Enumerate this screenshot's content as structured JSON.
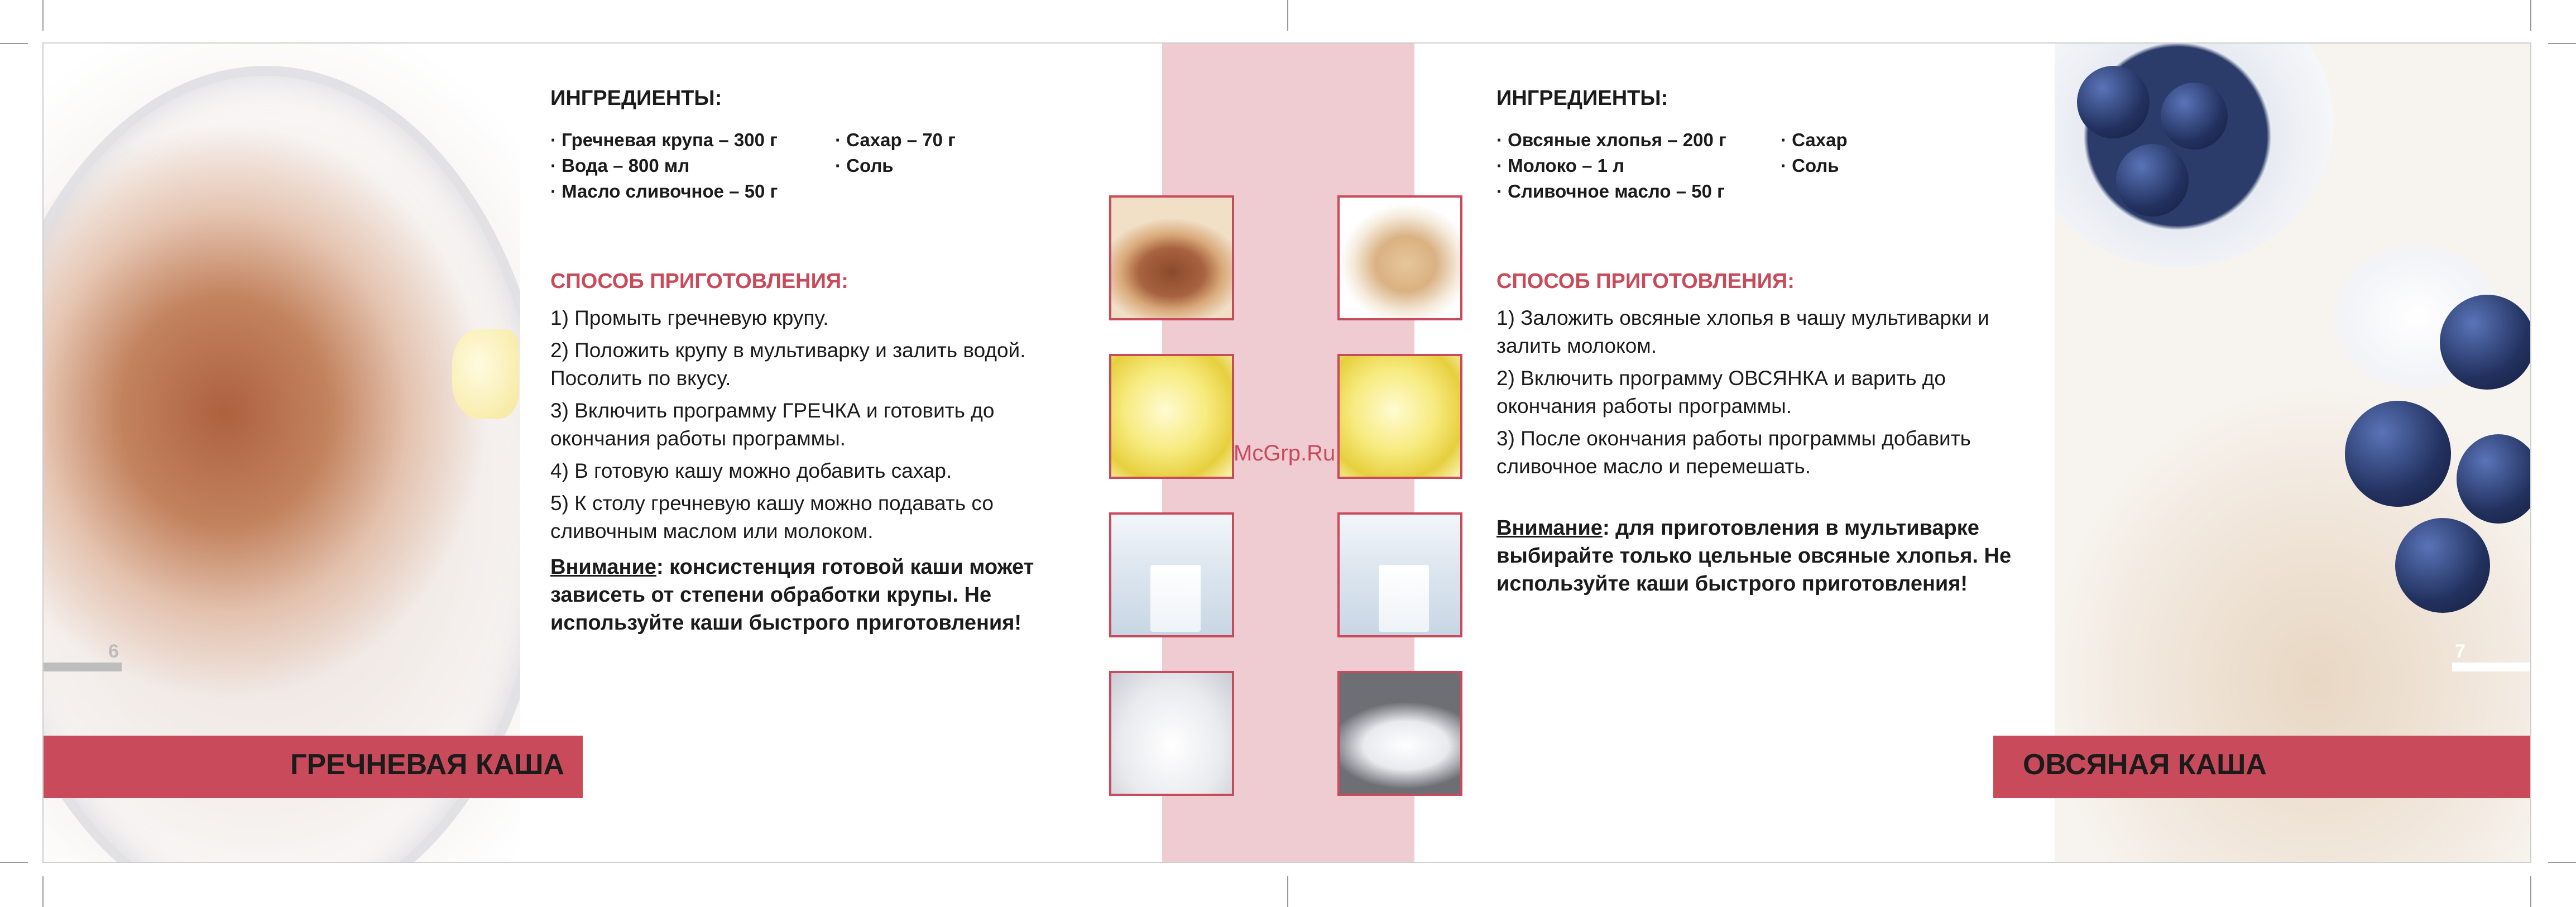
{
  "left_page": {
    "ingredients_heading": "ИНГРЕДИЕНТЫ:",
    "ingredients_col1": [
      "· Гречневая крупа – 300 г",
      "· Вода – 800 мл",
      "· Масло сливочное – 50 г"
    ],
    "ingredients_col2": [
      "· Сахар – 70 г",
      "· Соль"
    ],
    "method_heading": "СПОСОБ ПРИГОТОВЛЕНИЯ:",
    "steps": [
      "1) Промыть гречневую крупу.",
      "2) Положить крупу в мультиварку и залить водой. Посолить по вкусу.",
      "3) Включить программу ГРЕЧКА и готовить до окончания работы программы.",
      "4) В готовую кашу можно добавить сахар.",
      "5) К столу гречневую кашу можно подавать со сливочным маслом или молоком."
    ],
    "note_label": "Внимание",
    "note_text": ": консистенция готовой каши может зависеть от степени обработки крупы. Не используйте каши быстрого приготовления!",
    "title": "ГРЕЧНЕВАЯ КАША",
    "page_number": "6"
  },
  "right_page": {
    "ingredients_heading": "ИНГРЕДИЕНТЫ:",
    "ingredients_col1": [
      "· Овсяные хлопья – 200 г",
      "· Молоко – 1 л",
      "· Сливочное масло – 50 г"
    ],
    "ingredients_col2": [
      "· Сахар",
      "· Соль"
    ],
    "method_heading": "СПОСОБ ПРИГОТОВЛЕНИЯ:",
    "steps": [
      "1) Заложить овсяные хлопья в чашу мультиварки и залить молоком.",
      "2) Включить программу ОВСЯНКА и варить до окончания работы программы.",
      "3) После окончания работы программы добавить сливочное масло и перемешать."
    ],
    "note_label": "Внимание",
    "note_text": ": для приготовления в мультиварке выбирайте только цельные овсяные хлопья. Не используйте каши быстрого приготовления!",
    "title": "ОВСЯНАЯ КАША",
    "page_number": "7"
  },
  "watermark": "McGrp.Ru",
  "colors": {
    "accent": "#c94b5b",
    "band": "#efcbd2",
    "text": "#1b1b1b"
  }
}
